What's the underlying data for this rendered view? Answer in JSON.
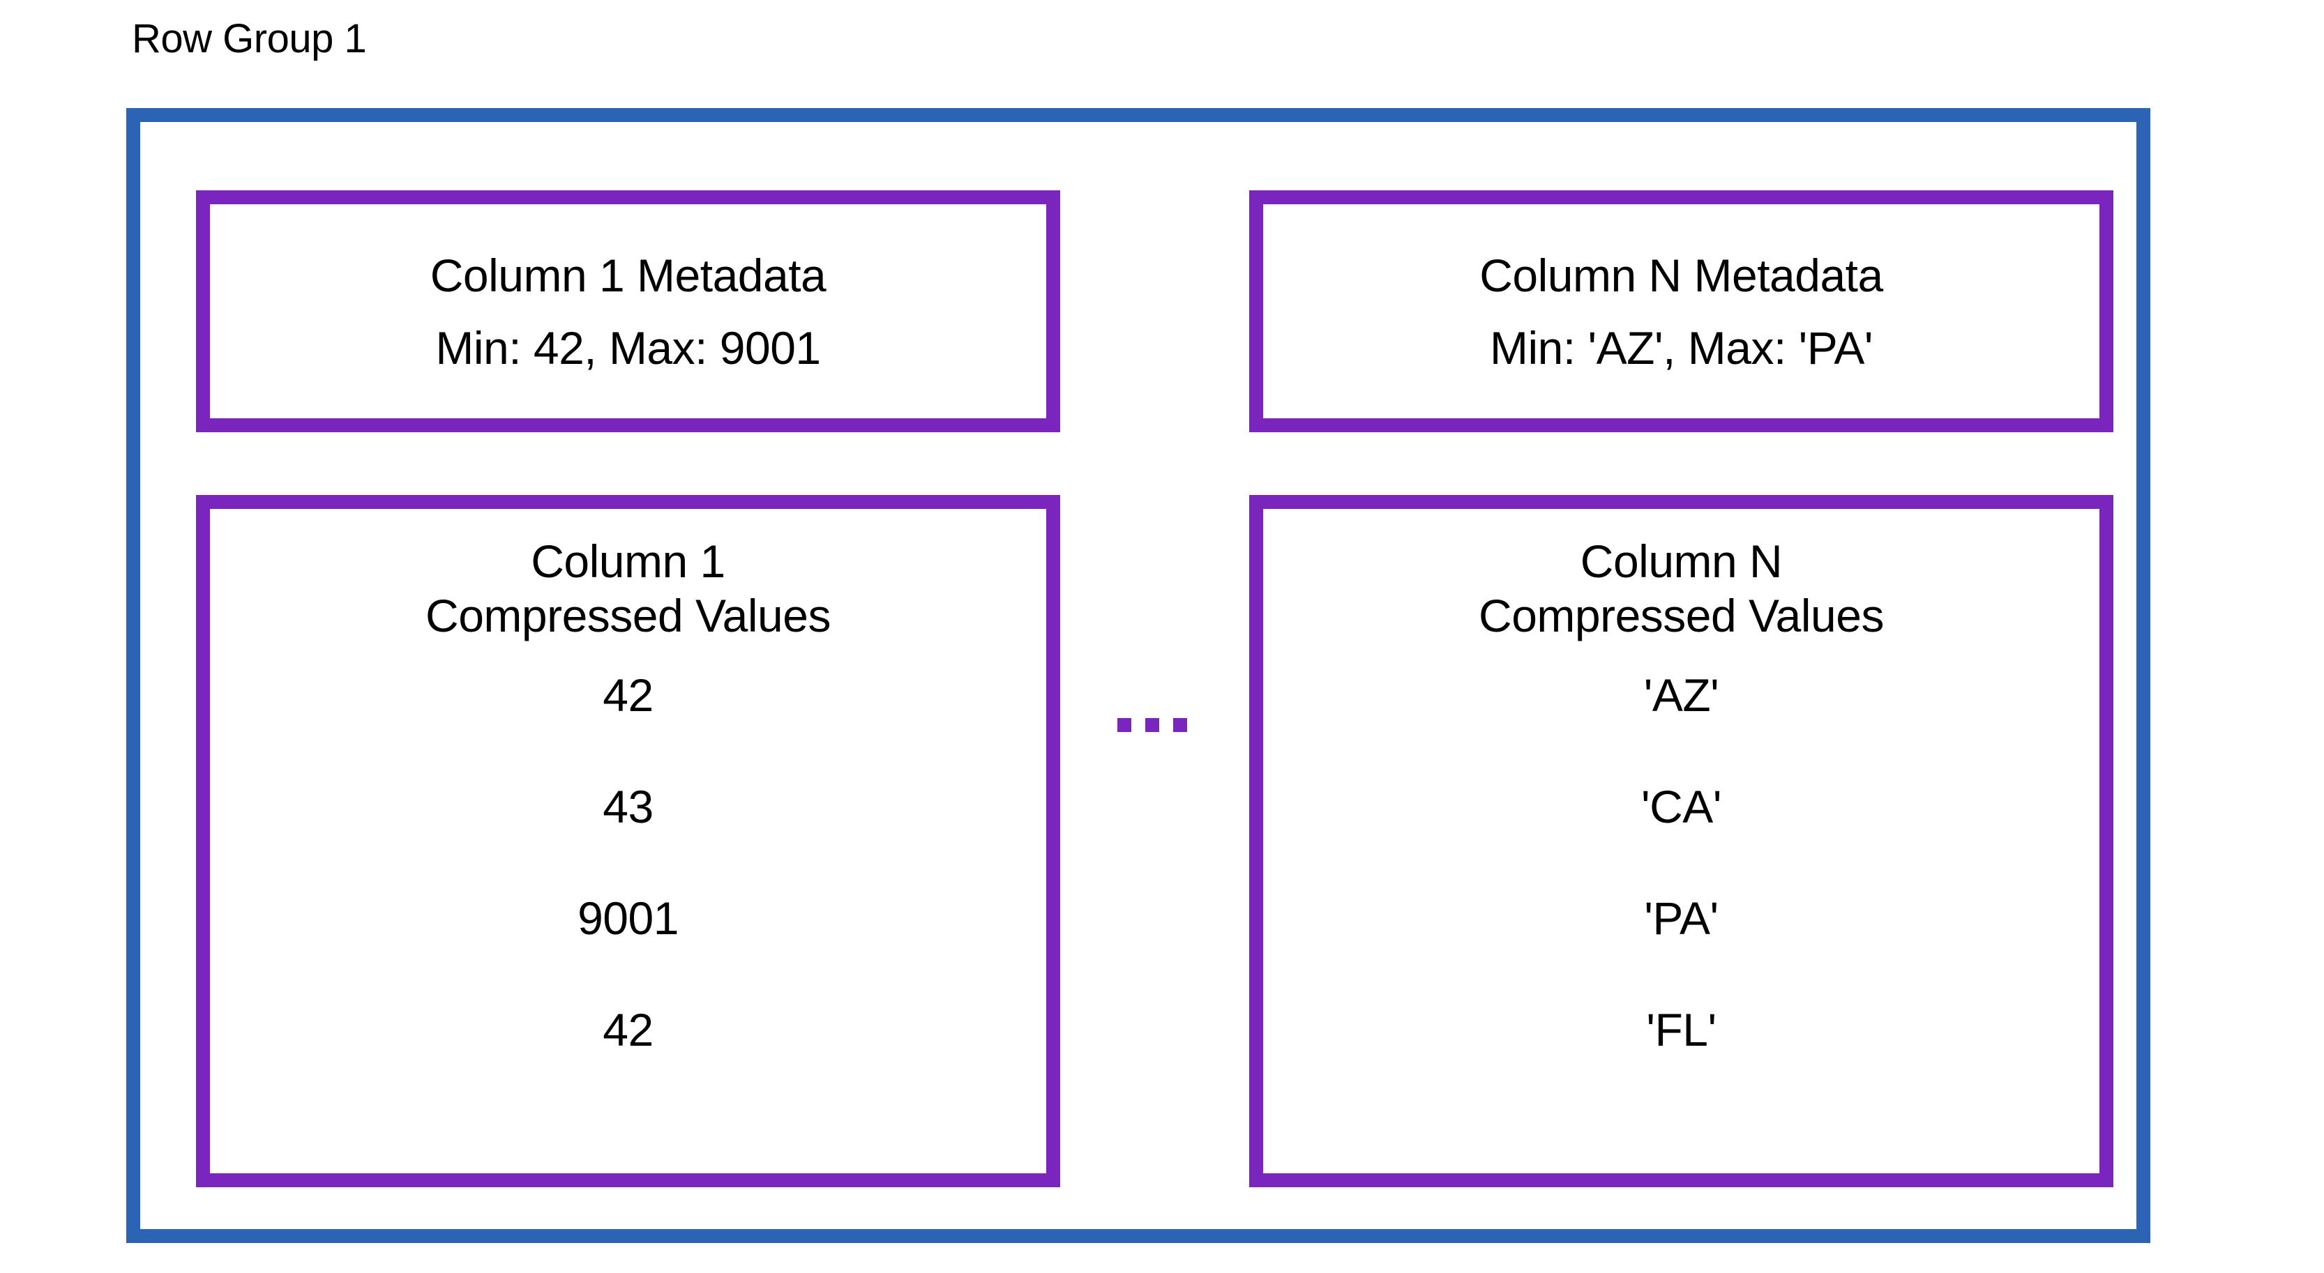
{
  "diagram": {
    "title": "Row Group 1",
    "colors": {
      "row_group_border": "#2B64B5",
      "column_box_border": "#7A25BE",
      "text": "#000000",
      "background": "#FFFFFF"
    },
    "ellipsis": "...",
    "columns": [
      {
        "metadata": {
          "title": "Column 1 Metadata",
          "stats": "Min: 42, Max: 9001",
          "min": "42",
          "max": "9001"
        },
        "data": {
          "heading_line1": "Column 1",
          "heading_line2": "Compressed Values",
          "values": [
            "42",
            "43",
            "9001",
            "42"
          ]
        }
      },
      {
        "metadata": {
          "title": "Column N Metadata",
          "stats": "Min: 'AZ', Max: 'PA'",
          "min": "'AZ'",
          "max": "'PA'"
        },
        "data": {
          "heading_line1": "Column N",
          "heading_line2": "Compressed Values",
          "values": [
            "'AZ'",
            "'CA'",
            "'PA'",
            "'FL'"
          ]
        }
      }
    ]
  }
}
